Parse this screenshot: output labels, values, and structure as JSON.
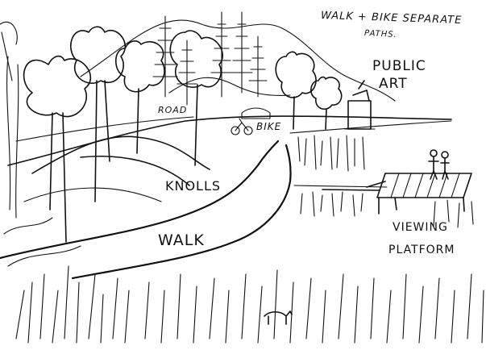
{
  "labels": {
    "walk_bike_note_line1": "WALK + BIKE SEPARATE",
    "walk_bike_note_line2": "PATHS.",
    "public_art_line1": "PUBLIC",
    "public_art_line2": "ART",
    "road": "ROAD",
    "bike": "BIKE",
    "knolls": "KNOLLS",
    "walk": "WALK",
    "viewing_platform_line1": "VIEWING",
    "viewing_platform_line2": "PLATFORM"
  },
  "colors": {
    "ink": "#111111",
    "paper": "#ffffff"
  }
}
